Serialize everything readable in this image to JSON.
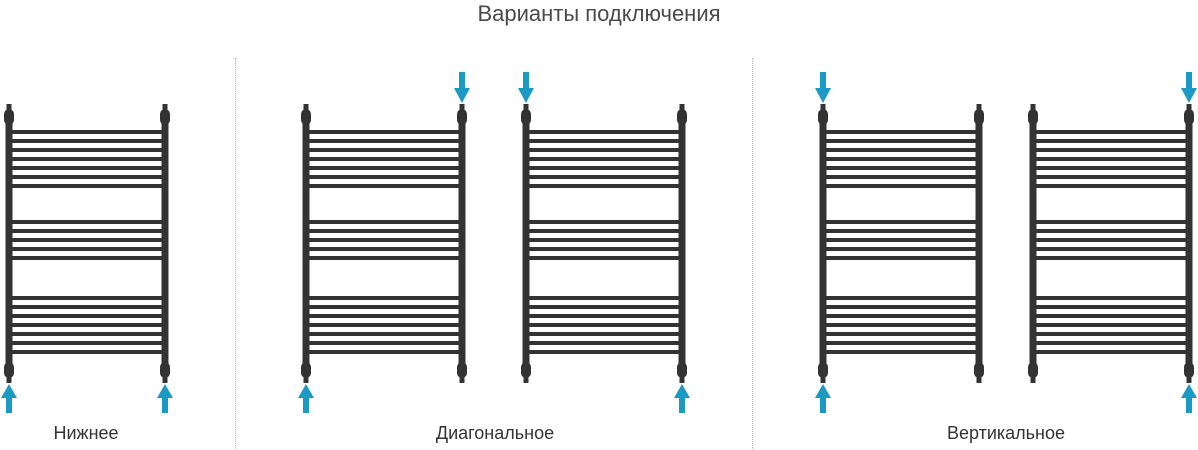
{
  "title": "Варианты подключения",
  "captions": {
    "bottom": "Нижнее",
    "diagonal": "Диагональное",
    "vertical": "Вертикальное"
  },
  "colors": {
    "rail": "#333333",
    "arrow": "#1a9ac4",
    "divider": "#b8b8b8",
    "text": "#333333"
  },
  "connection_types": [
    {
      "group": "bottom",
      "inlets": [
        "bottom-left",
        "bottom-right"
      ]
    },
    {
      "group": "diagonal",
      "inlets": [
        "bottom-left",
        "top-right"
      ]
    },
    {
      "group": "diagonal",
      "inlets": [
        "top-left",
        "bottom-right"
      ]
    },
    {
      "group": "vertical",
      "inlets": [
        "top-left",
        "bottom-left"
      ]
    },
    {
      "group": "vertical",
      "inlets": [
        "top-right",
        "bottom-right"
      ]
    }
  ]
}
